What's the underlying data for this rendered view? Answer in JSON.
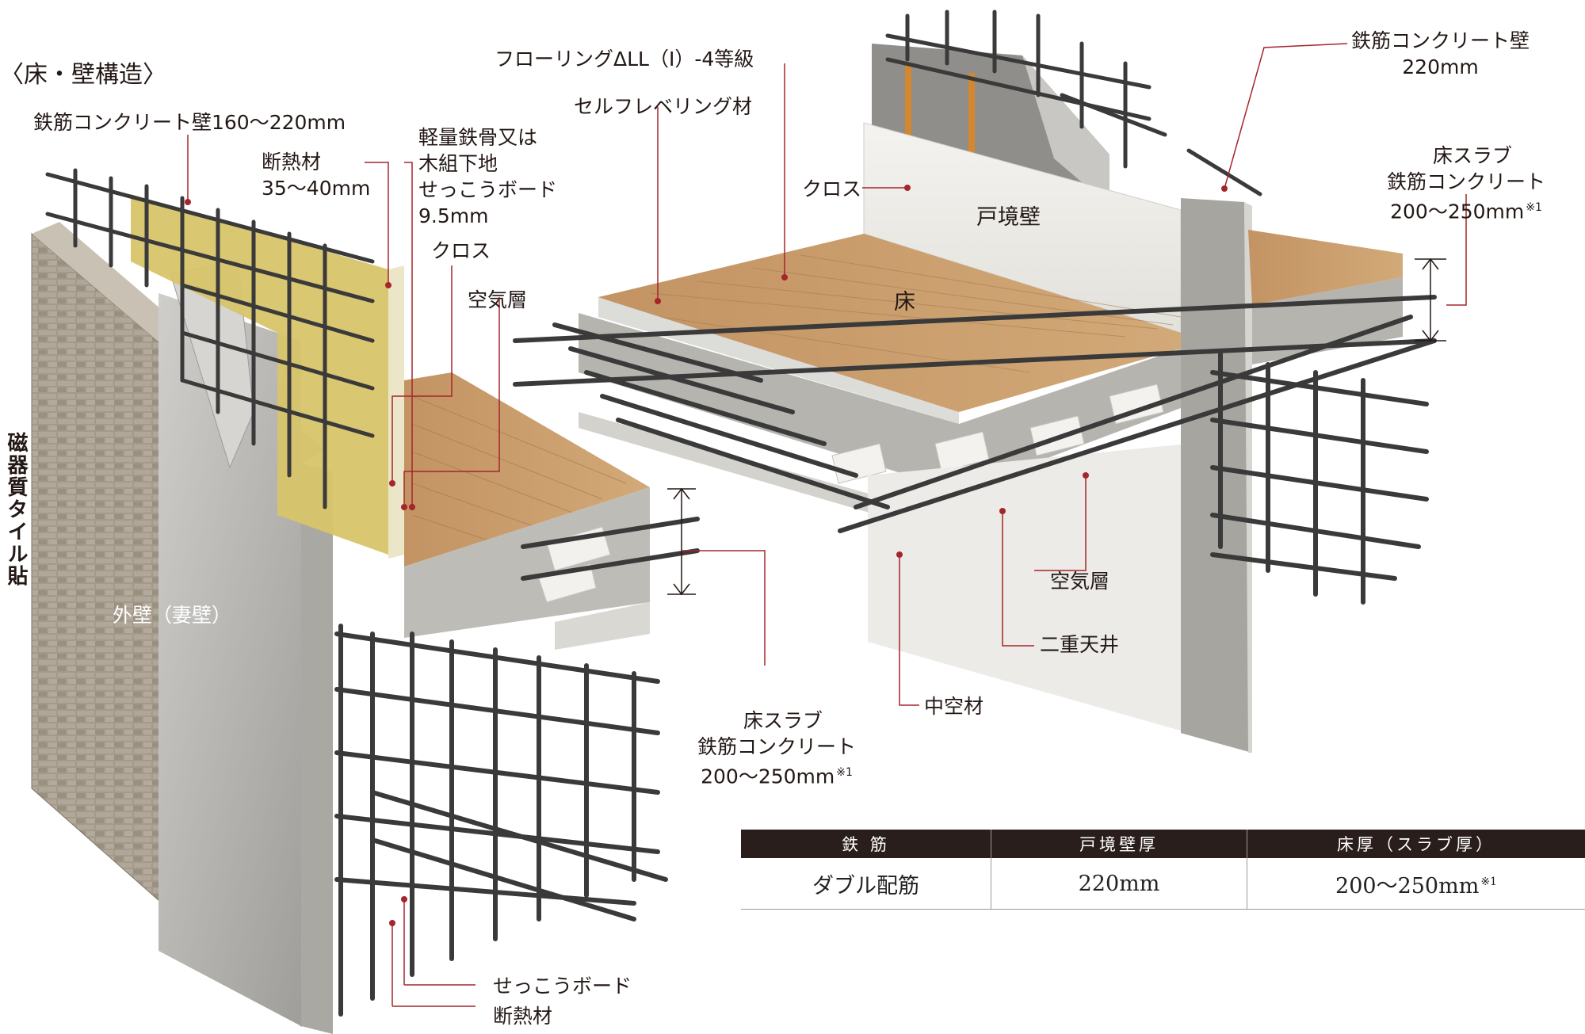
{
  "heading": "〈床・壁構造〉",
  "tile_label": "磁器質タイル貼",
  "left": {
    "wall_rc": "鉄筋コンクリート壁160～220mm",
    "insulation": "断熱材\n35～40mm",
    "frame": "軽量鉄骨又は\n木組下地\nせっこうボード\n9.5mm",
    "cloth": "クロス",
    "air": "空気層",
    "outer_wall": "外壁（妻壁）",
    "slab": "床スラブ\n鉄筋コンクリート\n200～250mm",
    "slab_note": "※1",
    "gypsum": "せっこうボード",
    "insulation2": "断熱材"
  },
  "right": {
    "flooring": "フローリングΔLL（Ⅰ）-4等級",
    "self_leveling": "セルフレベリング材",
    "cloth": "クロス",
    "party_wall": "戸境壁",
    "floor": "床",
    "rc_wall": "鉄筋コンクリート壁\n220mm",
    "slab": "床スラブ\n鉄筋コンクリート\n200～250mm",
    "slab_note": "※1",
    "air": "空気層",
    "double_ceiling": "二重天井",
    "hollow": "中空材"
  },
  "spec_table": {
    "headers": [
      "鉄 筋",
      "戸境壁厚",
      "床厚（スラブ厚）"
    ],
    "row": [
      "ダブル配筋",
      "220mm",
      "200～250mm"
    ],
    "note": "※1"
  },
  "colors": {
    "leader": "#a4262c",
    "concrete": "#b9b8b4",
    "tile": "#9e9587",
    "wood": "#c79b6b",
    "insulation": "#d8c46a",
    "rebar": "#3a3a3a",
    "table_header": "#2a1e1c"
  }
}
